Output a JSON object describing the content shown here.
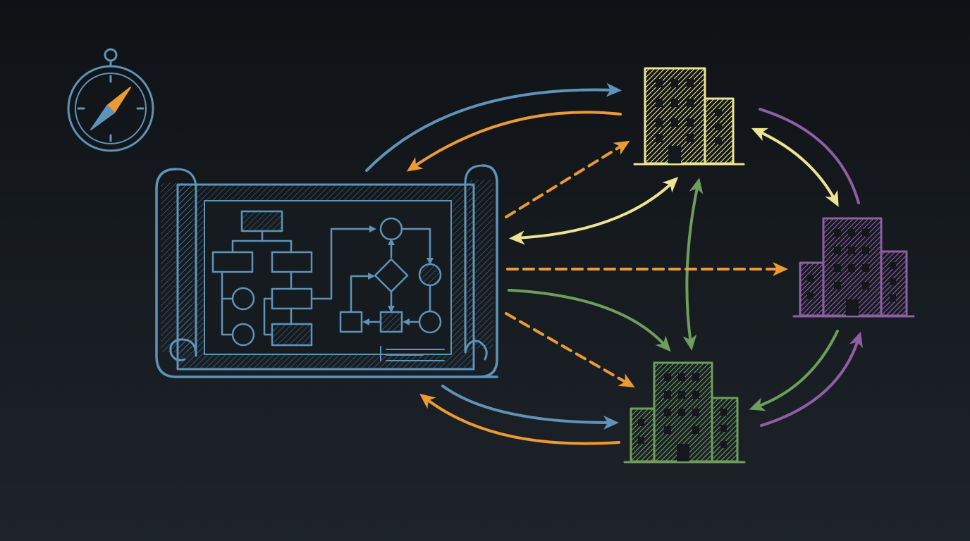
{
  "illustration": {
    "icons": [
      "compass-icon",
      "blueprint-scroll-icon",
      "flowchart-icon",
      "building-icon"
    ],
    "colors": {
      "background": "#15191e",
      "blue": "#5f93b8",
      "orange": "#ec9a33",
      "yellow": "#ebe493",
      "purple": "#8f5fa6",
      "green": "#6e9e5c"
    },
    "buildings": [
      {
        "name": "building-yellow",
        "color": "#ebe493"
      },
      {
        "name": "building-purple",
        "color": "#8f5fa6"
      },
      {
        "name": "building-green",
        "color": "#6e9e5c"
      }
    ]
  }
}
